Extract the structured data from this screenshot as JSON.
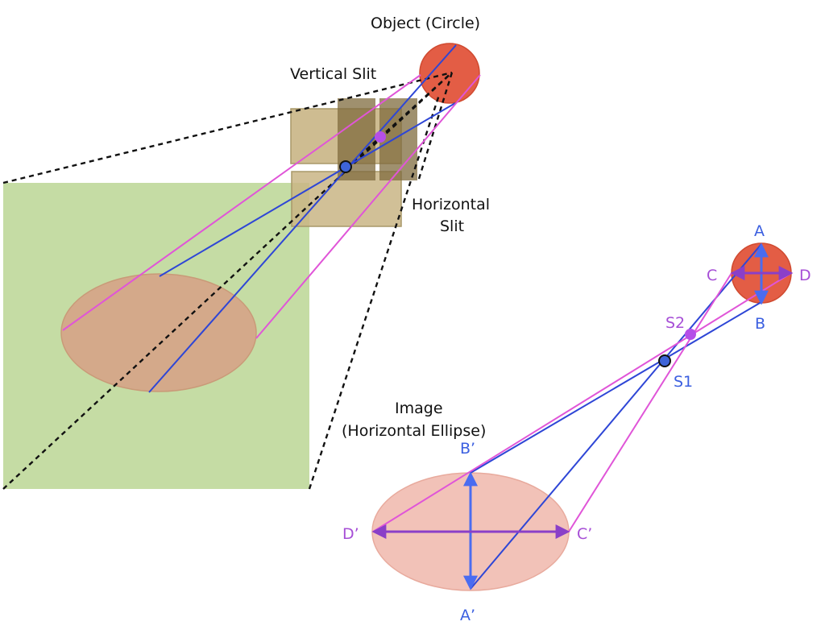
{
  "title": "Pinhole imaging through crossed slits: circle to horizontal ellipse",
  "colors": {
    "screen_green": "#c5dca4",
    "slit_light": "#c9b585",
    "slit_dark": "#7f6b3e",
    "object_red": "#e35d45",
    "object_stroke": "#d04a30",
    "image_ellipse_left": "#d4a98a",
    "image_ellipse_right": "#f2c2b8",
    "ray_blue": "#2e46d6",
    "ray_magenta": "#e055d8",
    "axis_blue": "#4a6cf0",
    "axis_purple": "#8a3fc8",
    "s2_dot": "#b54ee8",
    "s1_dot": "#3e64d8",
    "dashed": "#111111"
  },
  "labels": {
    "object": "Object (Circle)",
    "vertical_slit": "Vertical Slit",
    "horizontal_slit_line1": "Horizontal",
    "horizontal_slit_line2": "Slit",
    "image_line1": "Image",
    "image_line2": "(Horizontal Ellipse)",
    "point_a": "A",
    "point_b": "B",
    "point_c": "C",
    "point_d": "D",
    "slit_s1": "S1",
    "slit_s2": "S2",
    "point_a_prime": "A’",
    "point_b_prime": "B’",
    "point_c_prime": "C’",
    "point_d_prime": "D’"
  }
}
